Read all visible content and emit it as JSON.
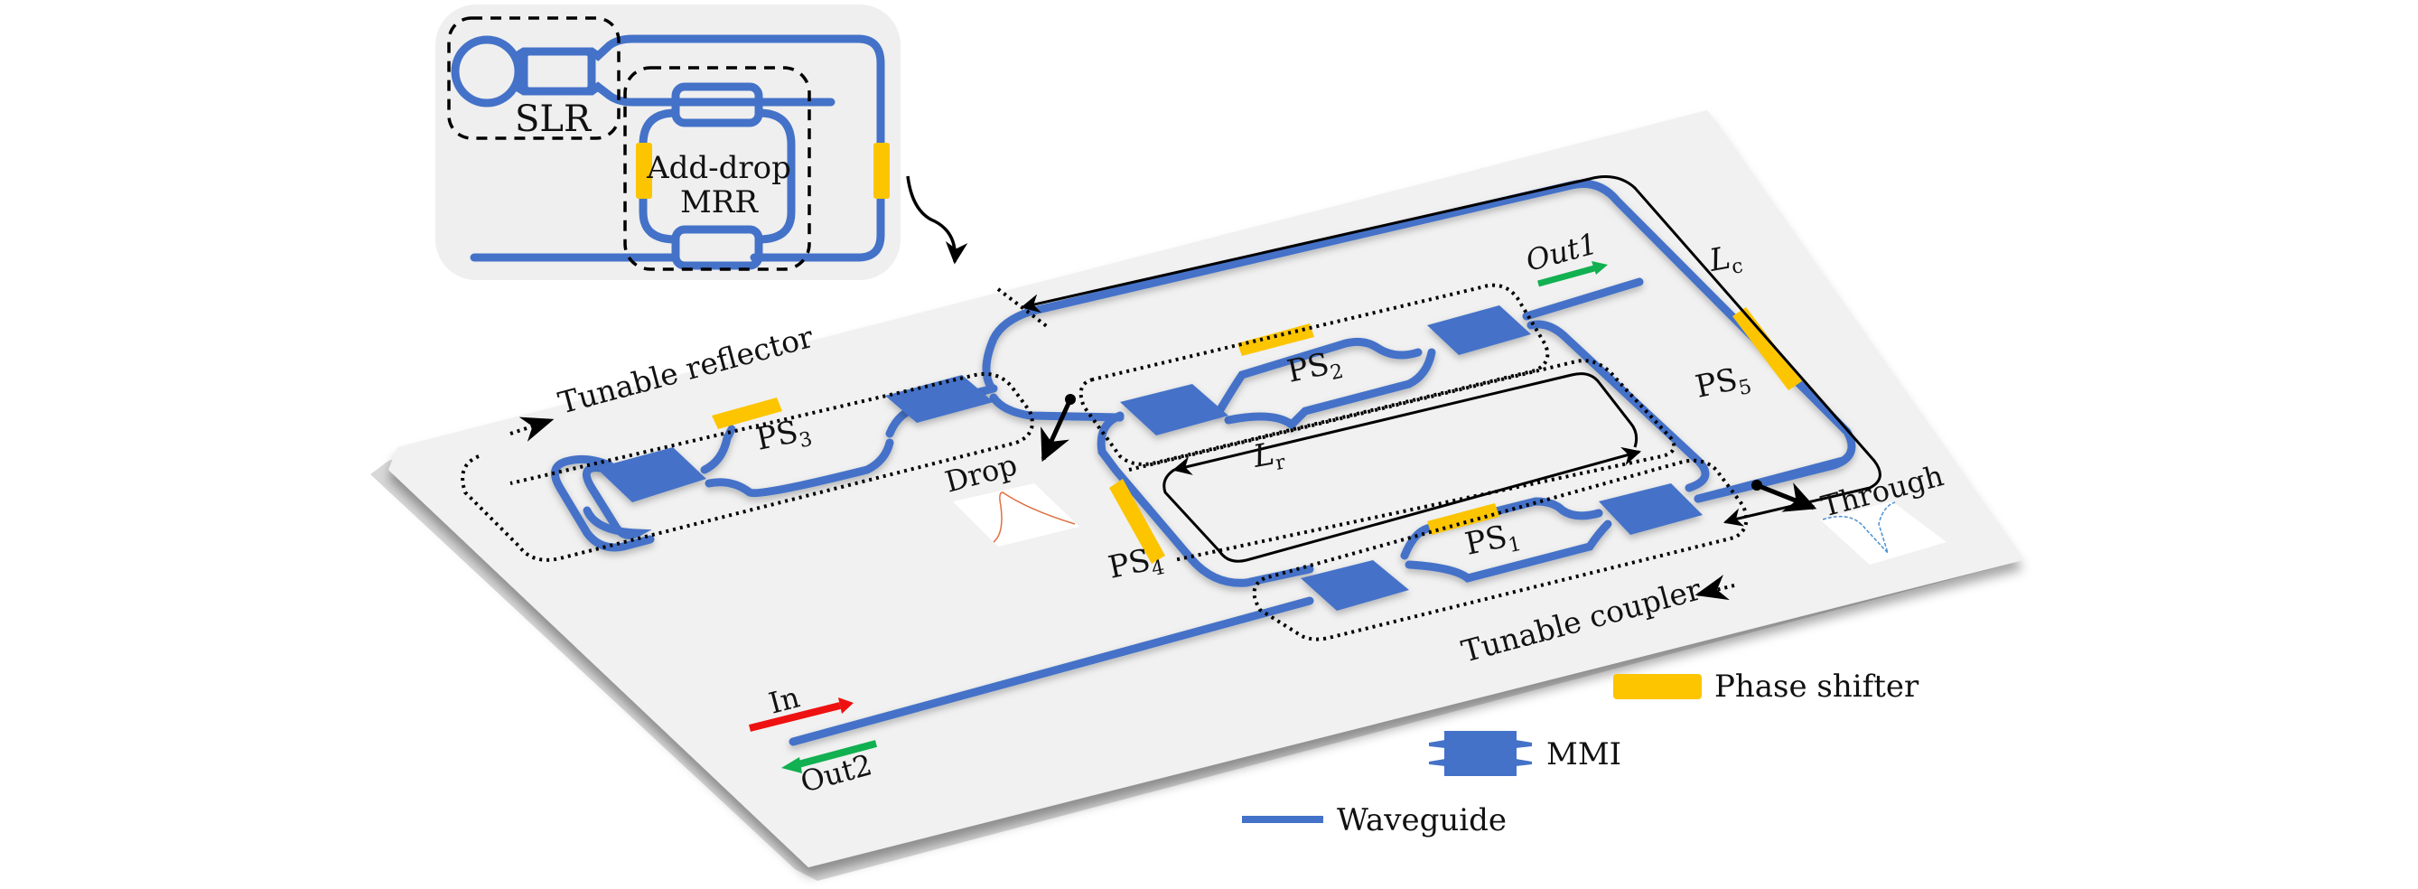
{
  "colors": {
    "waveguide": "#4472c8",
    "phase_shifter": "#fcc500",
    "mmi": "#4472c8",
    "chip_surface": "#f1f1f1",
    "inset_bg": "#efefef",
    "input_arrow": "#ee1111",
    "output_arrow": "#11b050",
    "annotation": "#000000",
    "drop_curve": "#e07040",
    "through_curve": "#4a90d0"
  },
  "inset": {
    "slr_label": "SLR",
    "mrr_label_line1": "Add-drop",
    "mrr_label_line2": "MRR"
  },
  "chip": {
    "tunable_reflector_label": "Tunable reflector",
    "tunable_coupler_label": "Tunable coupler",
    "phase_shifters": [
      {
        "name": "PS",
        "sub": "1"
      },
      {
        "name": "PS",
        "sub": "2"
      },
      {
        "name": "PS",
        "sub": "3"
      },
      {
        "name": "PS",
        "sub": "4"
      },
      {
        "name": "PS",
        "sub": "5"
      }
    ],
    "lengths": {
      "ring": {
        "name": "L",
        "sub": "r"
      },
      "cavity": {
        "name": "L",
        "sub": "c"
      }
    },
    "ports": {
      "in": "In",
      "out1": "Out1",
      "out2": "Out2",
      "drop": "Drop",
      "through": "Through"
    }
  },
  "legend": {
    "items": [
      {
        "label": "Phase shifter",
        "symbol": "phase-shifter"
      },
      {
        "label": "MMI",
        "symbol": "mmi"
      },
      {
        "label": "Waveguide",
        "symbol": "waveguide"
      }
    ]
  }
}
